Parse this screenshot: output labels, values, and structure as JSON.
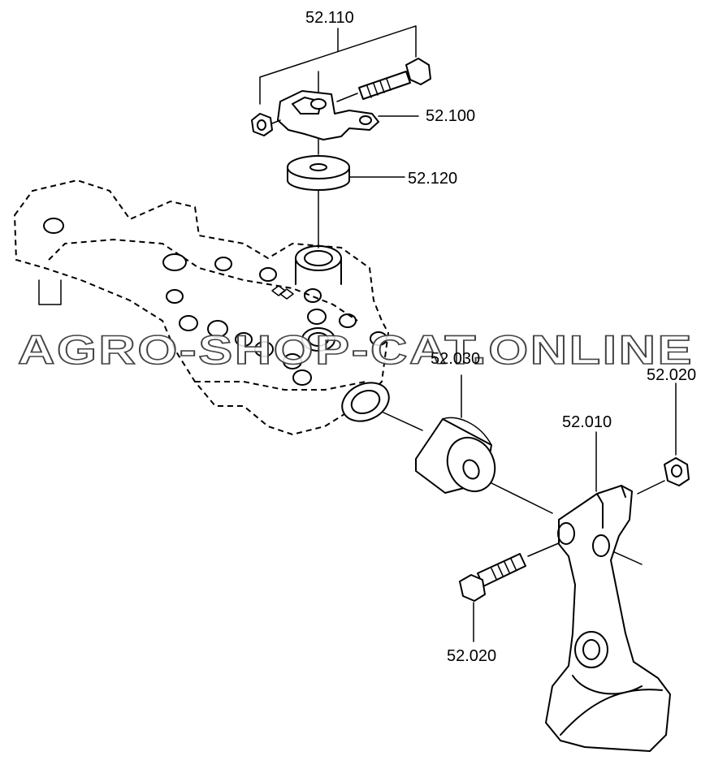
{
  "labels": {
    "bolt_kit": "52.110",
    "clamp": "52.100",
    "washer": "52.120",
    "bushing": "52.030",
    "nut": "52.020",
    "bracket": "52.010",
    "bolt": "52.020"
  },
  "watermark": "AGRO-SHOP-CAT.ONLINE",
  "colors": {
    "line": "#000000",
    "background": "#ffffff"
  }
}
